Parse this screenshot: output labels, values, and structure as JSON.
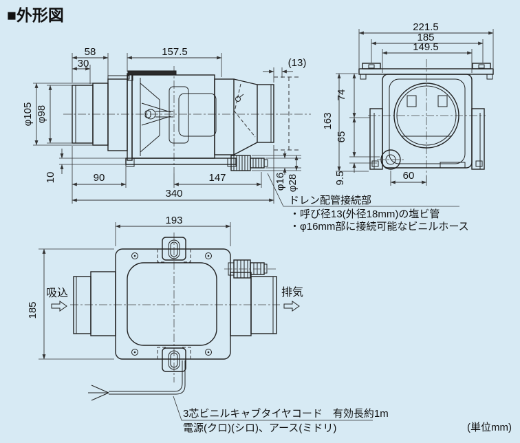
{
  "title": "■外形図",
  "unit_note": "(単位mm)",
  "side": {
    "d58": "58",
    "d30": "30",
    "d157_5": "157.5",
    "d13": "(13)",
    "phi105": "φ105",
    "phi98": "φ98",
    "d10": "10",
    "d90": "90",
    "d147": "147",
    "d340": "340",
    "phi16": "φ16",
    "phi28": "φ28"
  },
  "end": {
    "d221_5": "221.5",
    "d185": "185",
    "d149_5": "149.5",
    "d163": "163",
    "d74": "74",
    "d65": "65",
    "d9_5": "9.5",
    "d60": "60"
  },
  "plan": {
    "d193": "193",
    "d185": "185",
    "suction": "吸込",
    "exhaust": "排気"
  },
  "notes": {
    "drain_title": "ドレン配管接続部",
    "drain_line1": "・呼び径13(外径18mm)の塩ビ管",
    "drain_line2": "・φ16mm部に接続可能なビニルホース",
    "cord_line1": "3芯ビニルキャブタイヤコード　有効長約1m",
    "cord_line2": "電源(クロ)(シロ)、アース(ミドリ)"
  },
  "colors": {
    "background": "#d7eaf4",
    "line": "#222222"
  }
}
